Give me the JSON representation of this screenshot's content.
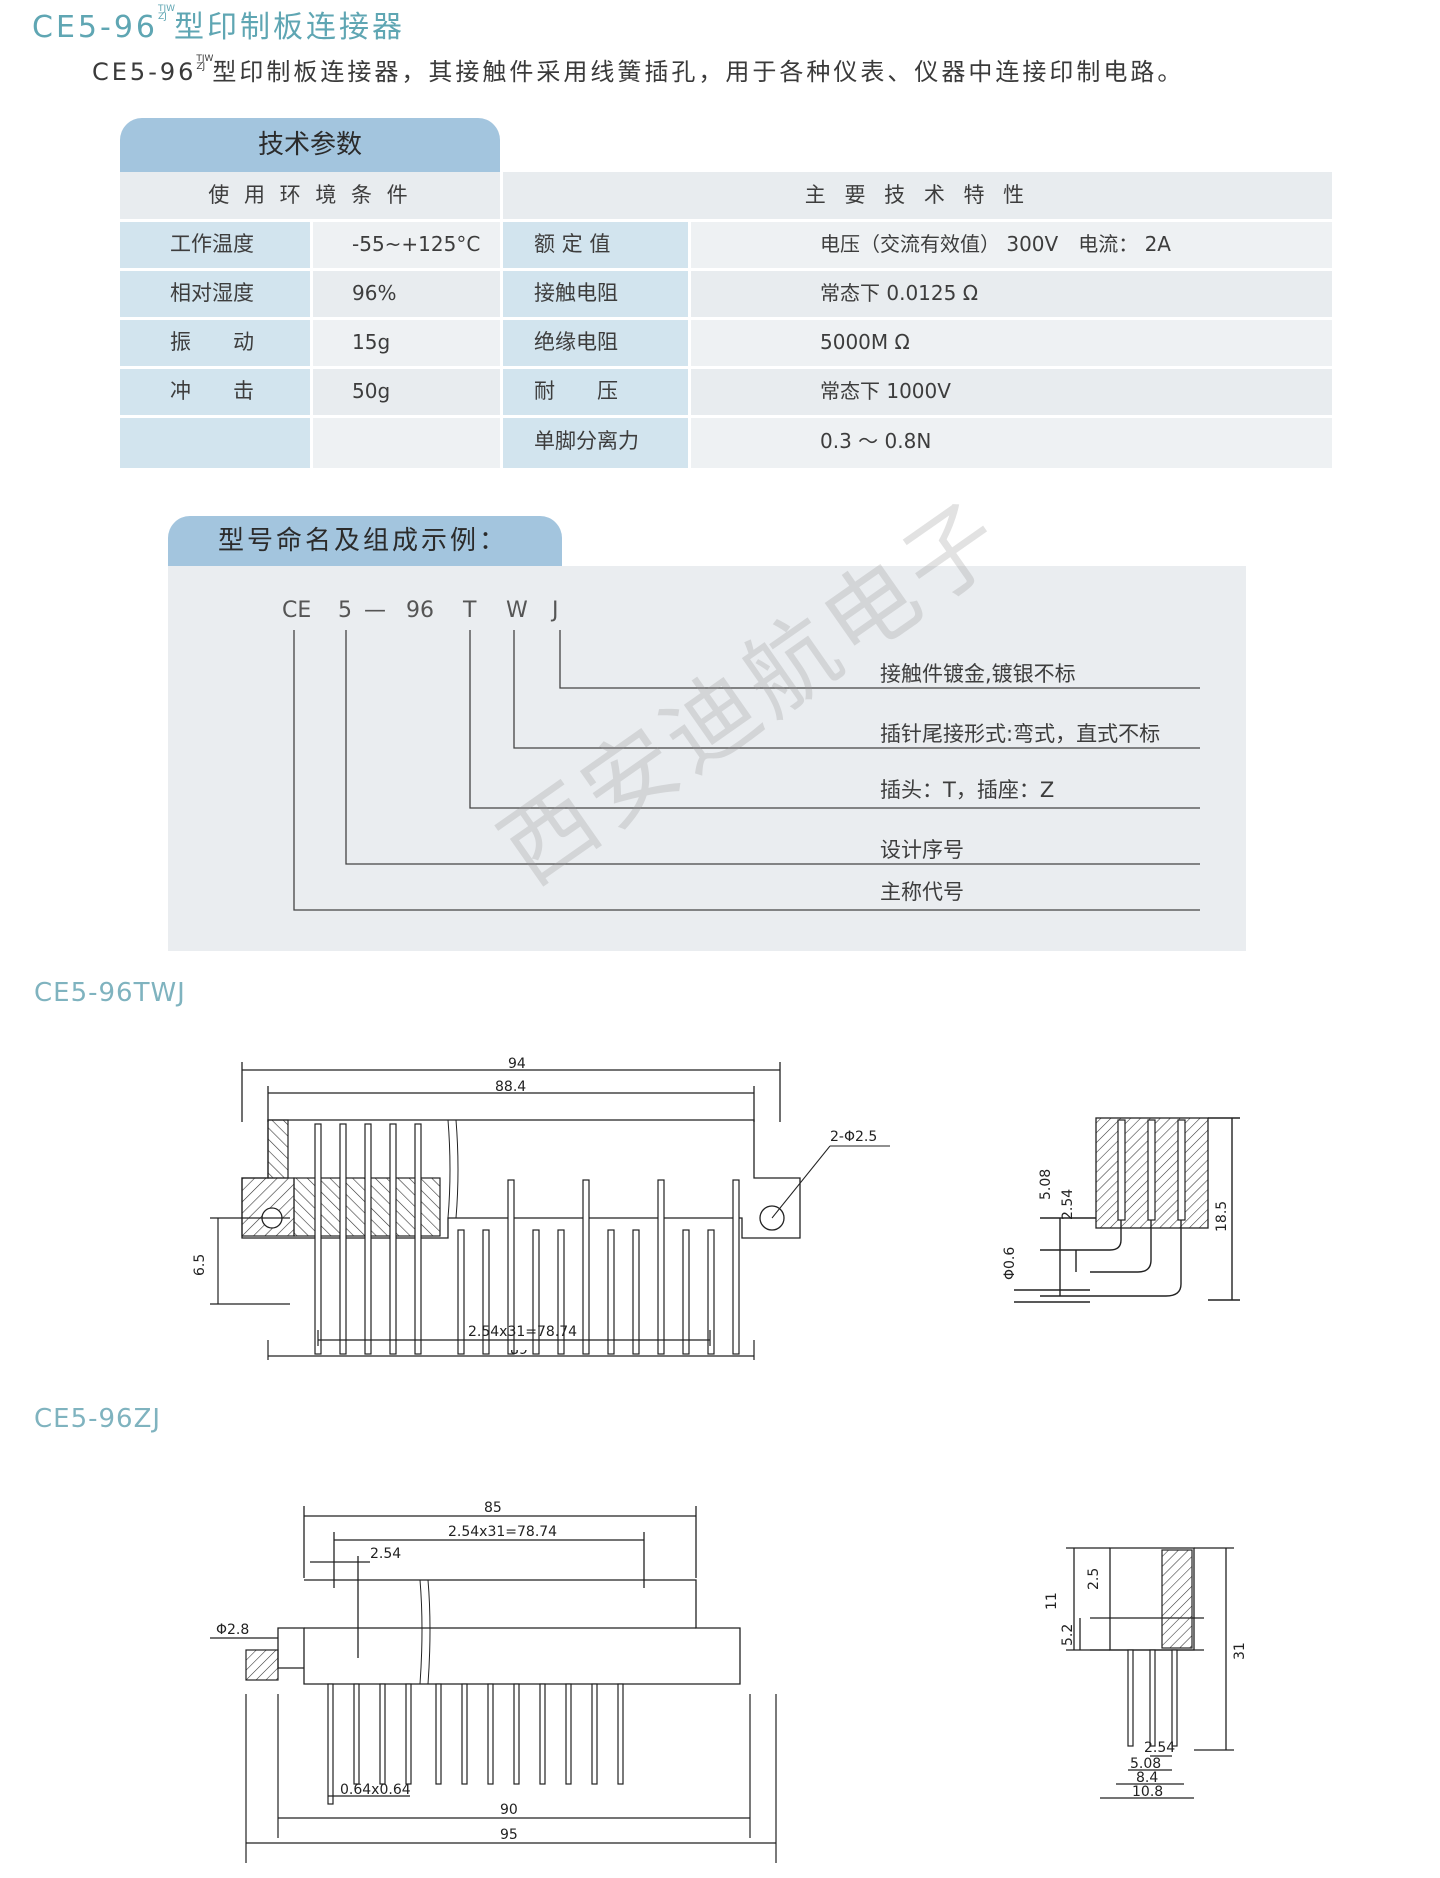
{
  "title": {
    "model": "CE5-96",
    "sup_top": "TJW",
    "sup_bottom": "ZJ",
    "suffix": "型印制板连接器"
  },
  "intro": {
    "model": "CE5-96",
    "sup_top": "TJW",
    "sup_bottom": "ZJ",
    "text": "型印制板连接器，其接触件采用线簧插孔，用于各种仪表、仪器中连接印制电路。"
  },
  "spec": {
    "tab_label": "技术参数",
    "header_env": "使 用 环 境 条 件",
    "header_main": "主 要 技 术 特 性",
    "env_rows": [
      {
        "label": "工作温度",
        "value": "-55~+125°C"
      },
      {
        "label": "相对湿度",
        "value": "96%"
      },
      {
        "label": "振　　动",
        "value": "15g"
      },
      {
        "label": "冲　　击",
        "value": "50g"
      },
      {
        "label": "",
        "value": ""
      }
    ],
    "main_rows": [
      {
        "label": "额 定 值",
        "value": "电压（交流有效值） 300V　电流： 2A"
      },
      {
        "label": "接触电阻",
        "value": "常态下 0.0125 Ω"
      },
      {
        "label": "绝缘电阻",
        "value": "5000M Ω"
      },
      {
        "label": "耐　　压",
        "value": "常态下 1000V"
      },
      {
        "label": "单脚分离力",
        "value": "0.3 ～ 0.8N"
      }
    ]
  },
  "naming": {
    "tab_label": "型号命名及组成示例：",
    "code": [
      "CE",
      "5",
      "—",
      "96",
      "T",
      "W",
      "J"
    ],
    "descriptions": [
      "接触件镀金,镀银不标",
      "插针尾接形式:弯式，直式不标",
      "插头：T，插座：Z",
      "设计序号",
      "主称代号"
    ]
  },
  "watermark": "西安迪航电子",
  "model_twj": {
    "title": "CE5-96TWJ",
    "dims": {
      "d94": "94",
      "d884": "88.4",
      "d_hole": "2-Φ2.5",
      "d65": "6.5",
      "d_pitch": "2.54x31=78.74",
      "d89": "89",
      "s508": "5.08",
      "s254": "2.54",
      "s185": "18.5",
      "s06": "Φ0.6"
    }
  },
  "model_zj": {
    "title": "CE5-96ZJ",
    "dims": {
      "d85": "85",
      "d_pitch": "2.54x31=78.74",
      "d254": "2.54",
      "d28": "Φ2.8",
      "d064": "0.64x0.64",
      "d90": "90",
      "d95": "95",
      "s11": "11",
      "s25": "2.5",
      "s52": "5.2",
      "s31": "31",
      "s254": "2.54",
      "s508": "5.08",
      "s84": "8.4",
      "s108": "10.8"
    }
  },
  "colors": {
    "accent": "#5fa6b3",
    "tab": "#a3c5de",
    "table_bg": "#e8ecef",
    "label_bg": "#d2e4ee"
  }
}
